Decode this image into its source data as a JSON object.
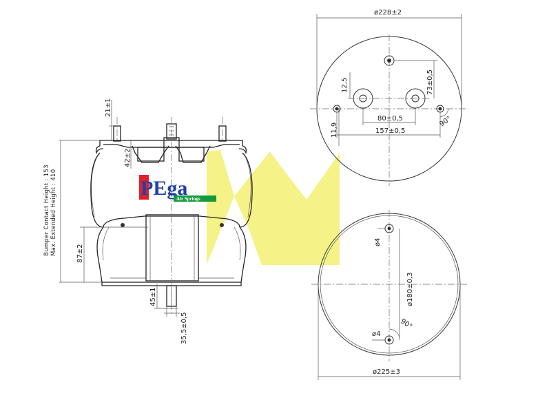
{
  "colors": {
    "line": "#333333",
    "watermark": "#f3f06a",
    "logo_red": "#e0202a",
    "logo_blue": "#1f3fa8",
    "logo_green": "#149a3a"
  },
  "logo": {
    "text": "PEga",
    "tagline": "Air Springs"
  },
  "side_view": {
    "notes": [
      "Bumper Contact Height : 153",
      "Max. Extended Height : 410"
    ],
    "dimensions": {
      "stud_height": "21±1",
      "bead_plate_height": "42±2",
      "piston_height": "87±2",
      "pin_length": "45±1",
      "pin_spacing": "35,5±0,5"
    }
  },
  "top_view": {
    "dimensions": {
      "outer_diameter": "ø228±2",
      "radial_12_5": "12,5",
      "offset_73": "73±0,5",
      "spacing_80": "80±0,5",
      "spacing_157": "157±0,5",
      "height_11_9": "11,9",
      "angle": "90°"
    }
  },
  "bottom_view": {
    "dimensions": {
      "hole_top": "ø4",
      "hole_bottom": "ø4",
      "bolt_circle": "ø180±0,3",
      "angle": "90°",
      "outer_diameter": "ø225±3"
    }
  }
}
